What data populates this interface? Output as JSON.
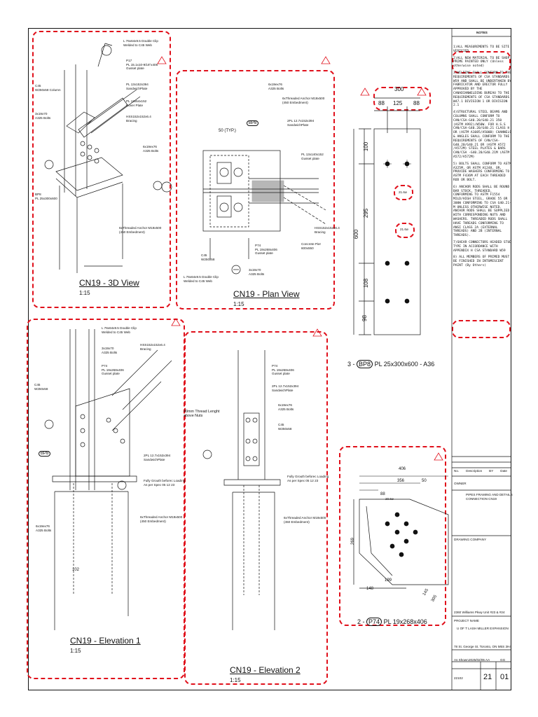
{
  "views": {
    "threeD": {
      "title": "CN19 - 3D View",
      "scale": "1:15"
    },
    "plan": {
      "title": "CN19 - Plan View",
      "scale": "1:15"
    },
    "elev1": {
      "title": "CN19 - Elevation 1",
      "scale": "1:15"
    },
    "elev2": {
      "title": "CN19 - Elevation 2",
      "scale": "1:15"
    },
    "bp8": {
      "title": "PL 25x300x600 - A36",
      "prefix": "3 -",
      "tag": "BP8"
    },
    "p74": {
      "title": "PL 19x268x406",
      "prefix": "2 -",
      "tag": "P74"
    }
  },
  "labels": {
    "threeD": [
      "L 76x64x9.5 Double Clip\nWelded to C45 Web",
      "P​17\nPL 15.1x10-9/16\"x406\nGusset plate",
      "PL 13x152x394\nSandwichPlate",
      "PL 13x54x152\nCover Plate",
      "HSS152x152x6.4\nBracing",
      "6x19ex76\nA325 Bolts",
      "C45\nW250x58 Column",
      "3x19x70\nA325 Bolts",
      "BP8\nPL 25x300x600",
      "6xThreaded Anchor M19x500\n(450 Embedment)"
    ],
    "plan": [
      "6x19ex76\nA325 Bolts",
      "6xThreaded Anchor M19x500\n(450 Embedment)",
      "2PL 12.7x152x394\nSandwichPlate",
      "PL 13x140x152\nGusset plate",
      "HSS152x152x6.4\nBracing",
      "Concrete Pier\n600x550",
      "C45\nW250x58",
      "P74\nPL 19x268x406\nGusset plate",
      "L 76x64x9.5 Double Clip\nWelded to C45 Web",
      "3x19x70\nA325 Bolts",
      "50 (TYP.)",
      "BP8"
    ],
    "elev1": [
      "L 76x64x9.5 Double Clip\nWelded to C45 Web",
      "3x19x70\nA325 Bolts",
      "P74\nPL 19x268x406\nGusset plate",
      "HSS152x152x6.4\nBracing",
      "C45\nW250x58",
      "2PL 12.7x152x394\nSandwichPlate",
      "BP8",
      "Fully Grouth beforec Loading\nAs per Spec 05 12 23",
      "6xThreaded Anchor M19x500\n(450 Embedment)",
      "6x19ex76\nA325 Bolts",
      "102"
    ],
    "elev2": [
      "P74\nPL 19x268x406\nGusset plate",
      "2PL 12.7x152x394\nSandwichPlate",
      "6x19ex76\nA325 Bolts",
      "C45\nW250x58",
      "49mm Thread Lenght\nabove Nuts",
      "Fully Grouth beforec Loading\nAs per Spec 05 12 23",
      "6xThreaded Anchor M19x500\n(450 Embedment)"
    ]
  },
  "dims": {
    "bp8": {
      "width": "300",
      "d88a": "88",
      "d125": "125",
      "d88b": "88",
      "height": "600",
      "d100": "100",
      "d295": "295",
      "d108": "108",
      "d98": "98",
      "hole1": "21.6ø",
      "hole2": "21.6ø"
    },
    "p74": {
      "d406": "406",
      "d356": "356",
      "d50": "50",
      "d88": "88",
      "d269": "269",
      "d199": "199",
      "d148": "148",
      "d145": "145",
      "d305": "305",
      "hole": "20.6ø"
    }
  },
  "notes": {
    "heading": "NOTES",
    "items": [
      "1)ALL MEASUREMENTS TO BE SITE VERIFIED",
      "2)ALL NEW MATERIAL TO BE SHOP PRIME PAINTED ONLY (Unless otherwise noted)",
      "3)WELDING SHALL CONFORM TO THE REQUIREMENTS OF CSA STANDARDS W59 AND SHALL BE UNDERTAKEN BY FABRICATOR AND ERECTOR FULLY APPROVED BY THE CANADIANWELDING BUREAU TO THE REQUIREMENTS OF CSA STANDARDS W47.1 DIVISION 1 OR DIVISION 2.1",
      "4)STRUCTURAL STEEL BEAMS AND COLUMNS SHALL CONFORM TO CAN/CSA-G40.20/G40.21 350 (ASTM A992)/W50W. FOR H.S.S CAN/CSA-G40.20/G40.21 CLASS H OR (ASTM A1085/A500B) CHANNELS & ANGLES SHALL CONFORM TO THE REQUIREMENTS OF CAN/CSA-G40.20/G40.21 OR (ASTM A572 /A572M) STEEL PLATES & BARS CAN/CSA -G40.20/G40.21M (ASTM A572/A572M)",
      "5) BOLTS SHALL CONFORM TO ASTM A325M, OR ASTM A1248, OR, PROVIDE WASHERS CONFORMING TO ASTM F436M AT EACH THREADED ROD OR BOLT.",
      "6) ANCHOR RODS SHALL BE ROUND BAR STOCK, THREADED, CONFORMING TO ASTM F1554 MILD/HIGH STEEL, GRADE 55 OR 300W CONFORMING TO CSA G40.21-M UNLESS OTHERWISE NOTED. ANCHOR RODS SHALL BE SUPPLIED WITH CORRESPONDING NUTS AND WASHERS. THREADED RODS SHALL HAVE THREADS CONFORMING TO ANSI CLASS 2A (EXTERNAL THREADS) AND 2B (INTERNAL THREADS).",
      "7)SHEAR CONNECTORS HEADED STUD TYPE IN ACCORDANCE WITH APPENDIX H CSA STANDARD W59",
      "8) ALL MEMBERS OF PRIMED MUST BE FINISHED IN INTUMESCENT PAINT (By Others)"
    ]
  },
  "titleblock": {
    "rev_header": [
      "No.",
      "Description",
      "BY",
      "Date"
    ],
    "owner_label": "OWNER",
    "drawing_title": "PIPES FRAMING AND DETAILS\nCONNECTION CN19",
    "drawn_by_label": "DRAWING COMPANY",
    "company_address": "2360 Williams Pkwy Unit #23 & #24",
    "project_label": "PROJECT NAME",
    "project_name": "U OF T LASH MILLER EXPANSION",
    "project_address": "78 St. George St. Toronto, ON M5S 3H4",
    "scale": "As Shown",
    "date": "2025/02/05",
    "drawn": "AA",
    "checked": "GG",
    "project_no": "22102",
    "sheet_no": "21",
    "revision": "01"
  }
}
